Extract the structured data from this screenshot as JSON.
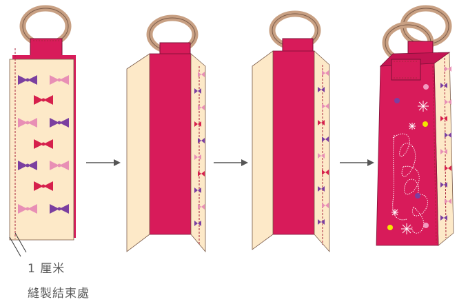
{
  "labels": {
    "seam_width": "1 厘米",
    "stitch_end": "縫製結束處"
  },
  "colors": {
    "magenta": "#d81b5a",
    "cream": "#fde9c8",
    "handle": "#c8a083",
    "stitch": "#a8243c",
    "arrow": "#555555",
    "bow_purple": "#7b3fa0",
    "bow_pink": "#e88fb5",
    "bow_red": "#d6204c",
    "dot_yellow": "#f4e600",
    "dot_purple": "#7b3fa0",
    "dot_pink": "#f29ac0"
  },
  "steps": [
    {
      "name": "flat-fabric"
    },
    {
      "name": "side-folded"
    },
    {
      "name": "both-sides-folded"
    },
    {
      "name": "finished-bag"
    }
  ]
}
